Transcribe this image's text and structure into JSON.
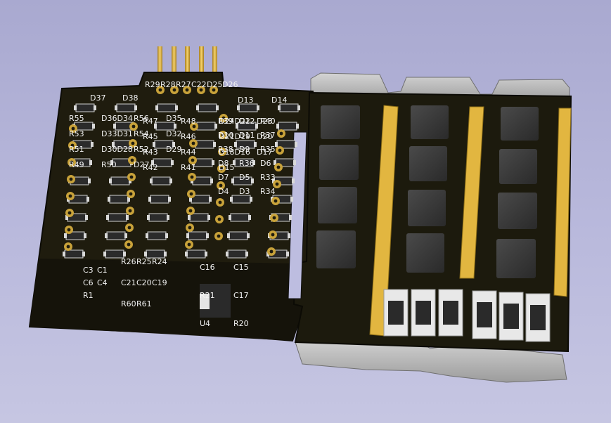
{
  "viewer": {
    "background_color": "#b3b3d6",
    "board_color": "#1f1c0e",
    "silkscreen_color": "#f2f2f2",
    "pad_color": "#c8a23a",
    "copper_bar_color": "#e2b640",
    "heatsink_color": "#b9b9b9"
  },
  "labels": {
    "row_top_left": [
      "D37",
      "D38"
    ],
    "row_top_mid": [
      "R29",
      "R28",
      "R27",
      "C22",
      "D25",
      "D26"
    ],
    "row_top_right": [
      "D13",
      "D14"
    ],
    "col_a": [
      "R55",
      "D36D34",
      "R56",
      "D35",
      "R53",
      "D33D31",
      "R54",
      "D32",
      "R51",
      "D30D28",
      "R52",
      "D29",
      "R49",
      "R50",
      "D27"
    ],
    "col_b": [
      "R47",
      "R48",
      "D24D22",
      "D23",
      "R45",
      "R46",
      "D21D19",
      "D20",
      "R43",
      "R44",
      "D18D16",
      "D17",
      "R42",
      "R41",
      "D15"
    ],
    "col_c": [
      "R39",
      "D12",
      "R40",
      "D10",
      "D11",
      "R37",
      "R38",
      "D9",
      "R35",
      "D8",
      "R36",
      "D6",
      "D7",
      "D5",
      "R33",
      "D4",
      "D3",
      "R34"
    ],
    "bottom_left": [
      "C3",
      "C1",
      "C6",
      "C4",
      "R1"
    ],
    "bottom_mid": [
      "R26",
      "R25",
      "R24",
      "C21",
      "C20",
      "C19",
      "R60",
      "R61"
    ],
    "bottom_right": [
      "C16",
      "C15",
      "R21",
      "C17",
      "U4",
      "R20"
    ]
  }
}
